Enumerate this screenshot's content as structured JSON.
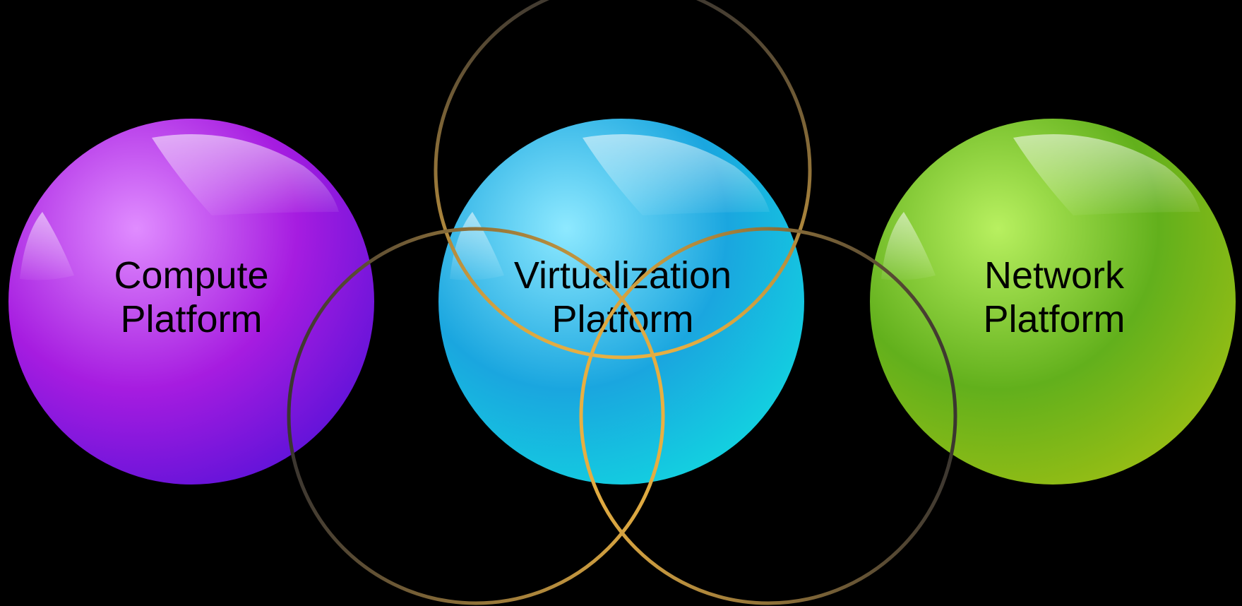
{
  "spheres": [
    {
      "id": "compute",
      "line1": "Compute",
      "line2": "Platform",
      "colors": {
        "light": "#e08cff",
        "mid": "#a61ce0",
        "dark": "#5a12d8"
      }
    },
    {
      "id": "virtualization",
      "line1": "Virtualization",
      "line2": "Platform",
      "colors": {
        "light": "#8ee9ff",
        "mid": "#1aa6df",
        "dark": "#12d6e0"
      }
    },
    {
      "id": "network",
      "line1": "Network",
      "line2": "Platform",
      "colors": {
        "light": "#b8f060",
        "mid": "#62b01c",
        "dark": "#9cbf14"
      }
    }
  ],
  "ring_colors": {
    "bright": "#e8b042",
    "faint": "#3a3530"
  }
}
